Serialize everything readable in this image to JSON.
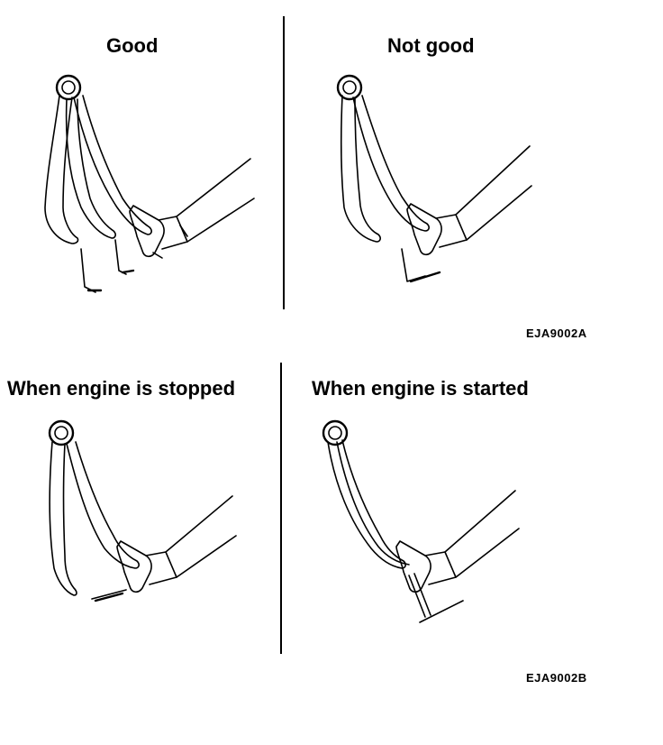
{
  "panels": {
    "good": {
      "title": "Good"
    },
    "not_good": {
      "title": "Not good"
    },
    "stopped": {
      "title": "When engine is stopped"
    },
    "started": {
      "title": "When engine is started"
    }
  },
  "figure_codes": {
    "top": "EJA9002A",
    "bottom": "EJA9002B"
  }
}
